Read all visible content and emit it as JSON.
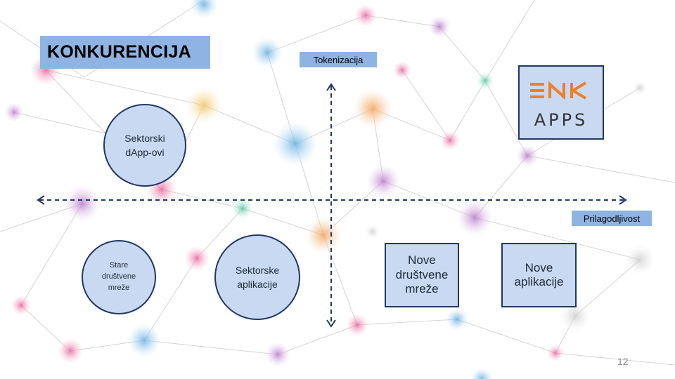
{
  "slide": {
    "title": "KONKURENCIJA",
    "page_number": "12"
  },
  "axes": {
    "vertical_label": "Tokenizacija",
    "horizontal_label": "Prilagodljivost"
  },
  "items": {
    "sektorski_dapp": [
      "Sektorski",
      "dApp-ovi"
    ],
    "stare_mreze": [
      "Stare",
      "društvene",
      "mreže"
    ],
    "sektorske_aplikacije": [
      "Sektorske",
      "aplikacije"
    ],
    "nove_mreze": [
      "Nove",
      "društvene",
      "mreže"
    ],
    "nove_aplikacije": [
      "Nove",
      "aplikacije"
    ]
  },
  "logo": {
    "top_text": "ENK",
    "bottom_text": "APPS"
  },
  "colors": {
    "title_bg": "#8fb4e3",
    "shape_fill": "#c9d9f1",
    "shape_border": "#1f3864",
    "axis_color": "#1f3864",
    "logo_accent": "#f07e26",
    "logo_dark": "#333333"
  }
}
